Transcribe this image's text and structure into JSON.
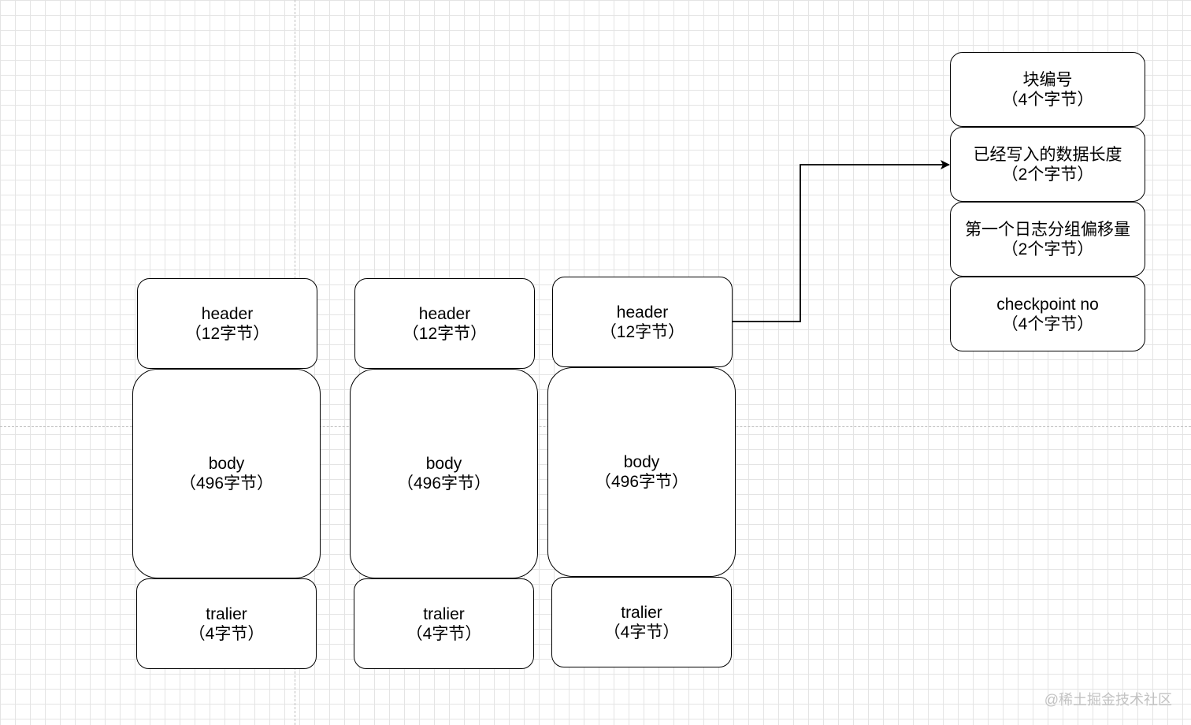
{
  "columns": [
    {
      "header": {
        "title": "header",
        "size": "（12字节）"
      },
      "body": {
        "title": "body",
        "size": "（496字节）"
      },
      "trailer": {
        "title": "tralier",
        "size": "（4字节）"
      }
    },
    {
      "header": {
        "title": "header",
        "size": "（12字节）"
      },
      "body": {
        "title": "body",
        "size": "（496字节）"
      },
      "trailer": {
        "title": "tralier",
        "size": "（4字节）"
      }
    },
    {
      "header": {
        "title": "header",
        "size": "（12字节）"
      },
      "body": {
        "title": "body",
        "size": "（496字节）"
      },
      "trailer": {
        "title": "tralier",
        "size": "（4字节）"
      }
    }
  ],
  "header_fields": [
    {
      "title": "块编号",
      "size": "（4个字节）"
    },
    {
      "title": "已经写入的数据长度",
      "size": "（2个字节）"
    },
    {
      "title": "第一个日志分组偏移量",
      "size": "（2个字节）"
    },
    {
      "title": "checkpoint no",
      "size": "（4个字节）"
    }
  ],
  "watermark": "@稀土掘金技术社区",
  "colors": {
    "stroke": "#000000",
    "fill": "#ffffff",
    "grid": "#e4e4e4",
    "guide": "#bdbdbd",
    "watermark": "#c3c3c3"
  }
}
